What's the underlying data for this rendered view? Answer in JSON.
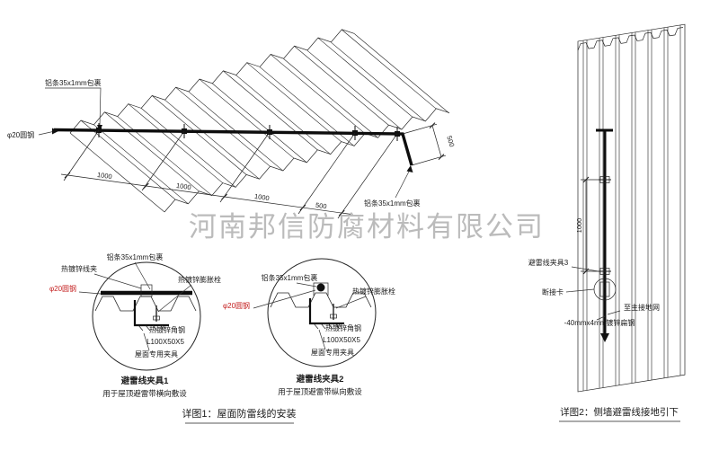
{
  "watermark": "河南邦信防腐材料有限公司",
  "colors": {
    "highlight_red": "#c42020",
    "watermark_gray": "#8e8e8e",
    "line": "#1a1a1a"
  },
  "roof": {
    "label_alu_top": "铝条35x1mm包裹",
    "label_round_steel": "φ20圆钢",
    "label_alu_right": "铝条35x1mm包裹",
    "dims": [
      "1000",
      "1000",
      "1000",
      "500"
    ],
    "dim_right": "500"
  },
  "detail1": {
    "label_clamp": "热镀锌线夹",
    "label_alu": "铝条35x1mm包裹",
    "label_bolt": "热镀锌膨胀栓",
    "label_round_steel": "φ20圆钢",
    "label_angle": "热镀锌角钢",
    "label_angle_size": "L100X50X5",
    "label_fixture": "屋面专用夹具",
    "title": "避雷线夹具1",
    "subtitle": "用于屋顶避雷带横向敷设"
  },
  "detail2": {
    "label_alu": "铝条35x1mm包裹",
    "label_bolt": "热镀锌膨胀栓",
    "label_round_steel": "φ20圆钢",
    "label_angle": "热镀锌角钢",
    "label_angle_size": "L100X50X5",
    "label_fixture": "屋面专用夹具",
    "title": "避雷线夹具2",
    "subtitle": "用于屋顶避雷带纵向敷设"
  },
  "wall": {
    "dim": "1000",
    "label_clamp3": "避雷线夹具3",
    "label_disconnect": "断接卡",
    "label_to_ground": "至主接地网",
    "label_flat_steel": "-40mmx4mm镀锌扁钢"
  },
  "captions": {
    "detail1": "详图1：屋面防雷线的安装",
    "detail2": "详图2：侧墙避雷线接地引下"
  }
}
